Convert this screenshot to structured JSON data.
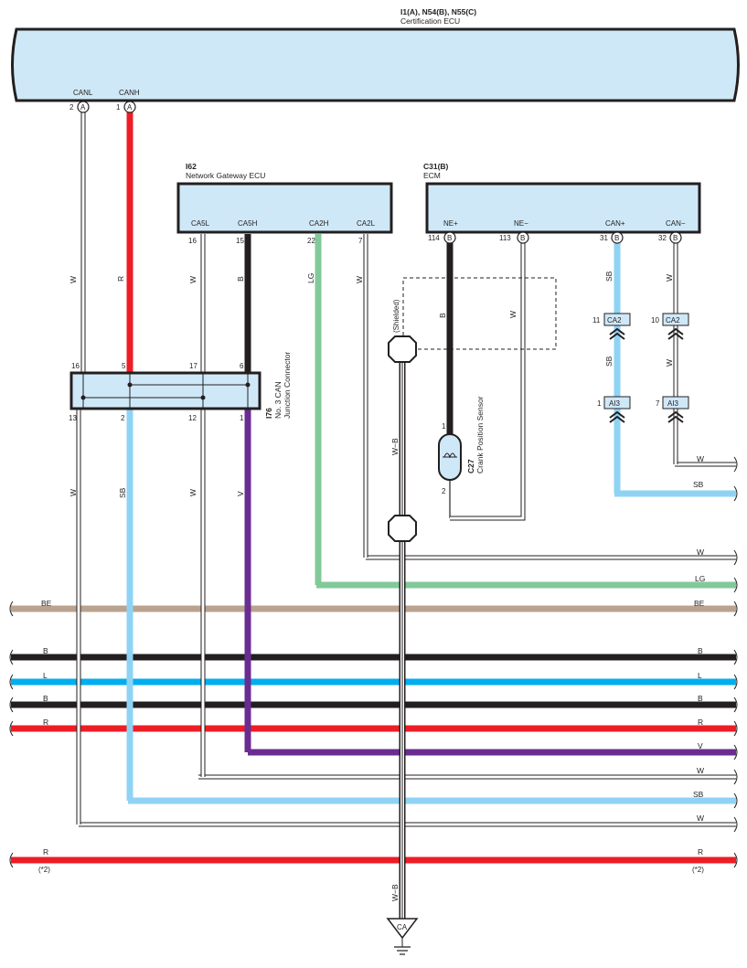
{
  "colors": {
    "R": "#ee1c25",
    "B": "#231f20",
    "SB": "#8fd3f4",
    "LG": "#82c99a",
    "V": "#6a2c91",
    "L": "#00aeef",
    "BE": "#b9a38f",
    "W": "#ffffff",
    "ecu_fill": "#cfe8f7"
  },
  "cert_ecu": {
    "code": "I1(A), N54(B), N55(C)",
    "name": "Certification ECU",
    "pins": [
      {
        "num": "2",
        "letter": "A",
        "signal": "CANL"
      },
      {
        "num": "1",
        "letter": "A",
        "signal": "CANH"
      }
    ]
  },
  "gateway_ecu": {
    "code": "I62",
    "name": "Network Gateway ECU",
    "pins": [
      {
        "num": "16",
        "signal": "CA5L"
      },
      {
        "num": "15",
        "signal": "CA5H"
      },
      {
        "num": "22",
        "signal": "CA2H"
      },
      {
        "num": "7",
        "signal": "CA2L"
      }
    ]
  },
  "ecm": {
    "code": "C31(B)",
    "name": "ECM",
    "pins": [
      {
        "num": "114",
        "letter": "B",
        "signal": "NE+"
      },
      {
        "num": "113",
        "letter": "B",
        "signal": "NE−"
      },
      {
        "num": "31",
        "letter": "B",
        "signal": "CAN+"
      },
      {
        "num": "32",
        "letter": "B",
        "signal": "CAN−"
      }
    ]
  },
  "junction": {
    "code": "I76",
    "name_line1": "No. 3 CAN",
    "name_line2": "Junction Connector",
    "top_pins": [
      "16",
      "5",
      "17",
      "6"
    ],
    "bottom_pins": [
      "13",
      "2",
      "12",
      "1"
    ]
  },
  "sensor": {
    "code": "C27",
    "name": "Crank Position Sensor",
    "pin_top": "1",
    "pin_bottom": "2"
  },
  "shielded_label": "(Shielded)",
  "connectors": {
    "ca2_left_pin": "11",
    "ca2_right_pin": "10",
    "ca2_label": "CA2",
    "ai3_left_pin": "1",
    "ai3_right_pin": "7",
    "ai3_label": "AI3"
  },
  "wire_labels": {
    "canl_top": "W",
    "canh_top": "R",
    "ca5l_top": "W",
    "ca5h_top": "B",
    "ca2h": "LG",
    "ca2l": "W",
    "ne_plus": "B",
    "ne_minus": "W",
    "can_plus_top": "SB",
    "can_minus_top": "W",
    "can_plus_mid": "SB",
    "can_minus_mid": "W",
    "jc_13": "W",
    "jc_2": "SB",
    "jc_12": "W",
    "jc_1": "V",
    "shield_upper": "W−B",
    "shield_lower": "W−B"
  },
  "bus_wires": [
    {
      "left": "",
      "right": "W"
    },
    {
      "left": "",
      "right": "SB"
    },
    {
      "left": "",
      "right": "W"
    },
    {
      "left": "",
      "right": "LG"
    },
    {
      "left": "BE",
      "right": "BE"
    },
    {
      "left": "B",
      "right": "B"
    },
    {
      "left": "L",
      "right": "L"
    },
    {
      "left": "B",
      "right": "B"
    },
    {
      "left": "R",
      "right": "R"
    },
    {
      "left": "",
      "right": "V"
    },
    {
      "left": "",
      "right": "W"
    },
    {
      "left": "",
      "right": "SB"
    },
    {
      "left": "",
      "right": "W"
    },
    {
      "left": "R",
      "right": "R"
    }
  ],
  "footnote_left": "(*2)",
  "footnote_right": "(*2)",
  "ground_label": "CA"
}
